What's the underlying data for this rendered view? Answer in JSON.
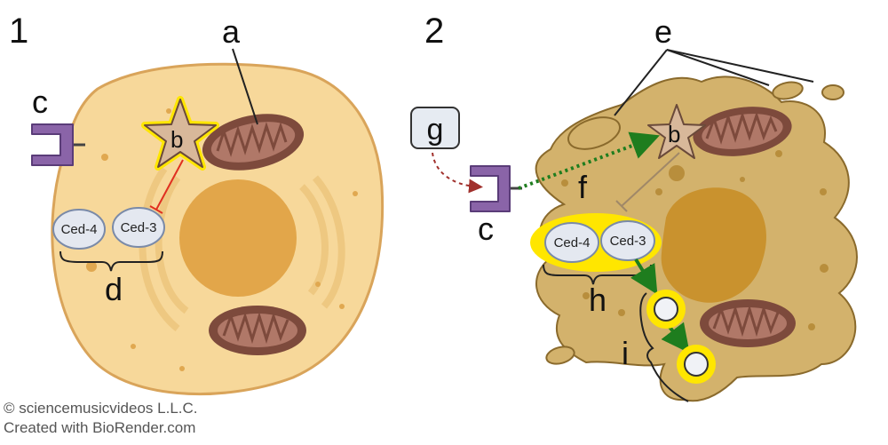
{
  "panel1": {
    "number": "1",
    "labels": {
      "a": "a",
      "b": "b",
      "c": "c",
      "d": "d"
    },
    "proteins": [
      "Ced-4",
      "Ced-3"
    ]
  },
  "panel2": {
    "number": "2",
    "labels": {
      "b": "b",
      "c": "c",
      "e": "e",
      "f": "f",
      "g": "g",
      "h": "h",
      "i": "i"
    },
    "proteins": [
      "Ced-4",
      "Ced-3"
    ]
  },
  "credits": {
    "line1": "© sciencemusicvideos L.L.C.",
    "line2": "Created with BioRender.com"
  },
  "colors": {
    "cytoplasm": "#f7d89a",
    "cytoplasm_border": "#d9a45a",
    "shrunk_cell": "#d3b26c",
    "nucleus": "#e2a64a",
    "mitochondria": "#7d4a3c",
    "receptor": "#8a64a8",
    "highlight": "#ffe600",
    "inhibit": "#e03020",
    "activate": "#1e7d1e"
  }
}
